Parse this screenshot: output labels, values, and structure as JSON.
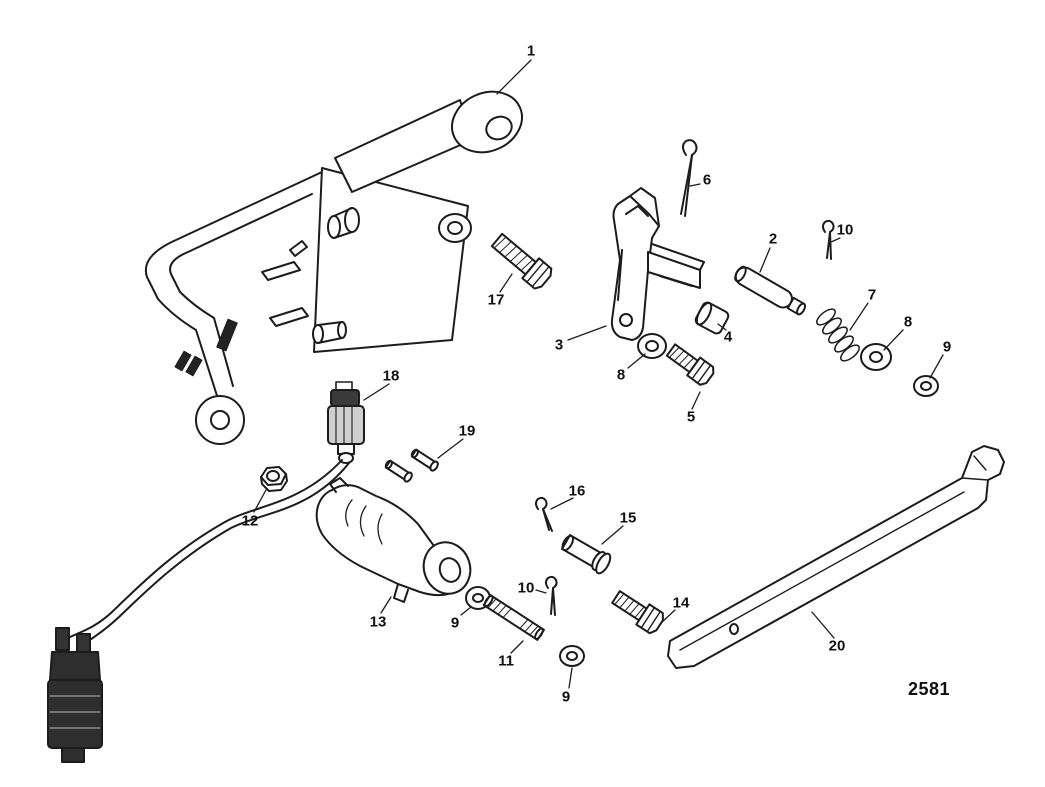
{
  "diagram": {
    "drawing_number": "2581",
    "callouts": {
      "part1": "1",
      "part2": "2",
      "part3": "3",
      "part4": "4",
      "part5": "5",
      "part6": "6",
      "part7": "7",
      "part8_left": "8",
      "part8_right": "8",
      "part9_right": "9",
      "part9_mid": "9",
      "part9_bottom": "9",
      "part10_top": "10",
      "part10_bottom": "10",
      "part11": "11",
      "part12": "12",
      "part13": "13",
      "part14": "14",
      "part15": "15",
      "part16": "16",
      "part17": "17",
      "part18": "18",
      "part19": "19",
      "part20": "20"
    }
  }
}
